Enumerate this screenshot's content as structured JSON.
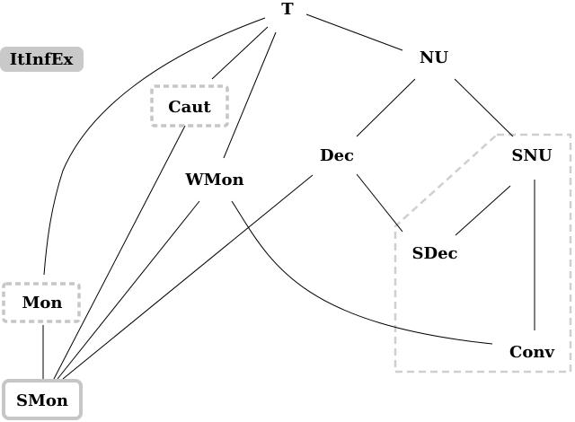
{
  "diagram": {
    "tag": "ItInfEx",
    "nodes": {
      "T": "T",
      "NU": "NU",
      "Caut": "Caut",
      "Dec": "Dec",
      "SNU": "SNU",
      "WMon": "WMon",
      "SDec": "SDec",
      "Mon": "Mon",
      "Conv": "Conv",
      "SMon": "SMon"
    }
  }
}
